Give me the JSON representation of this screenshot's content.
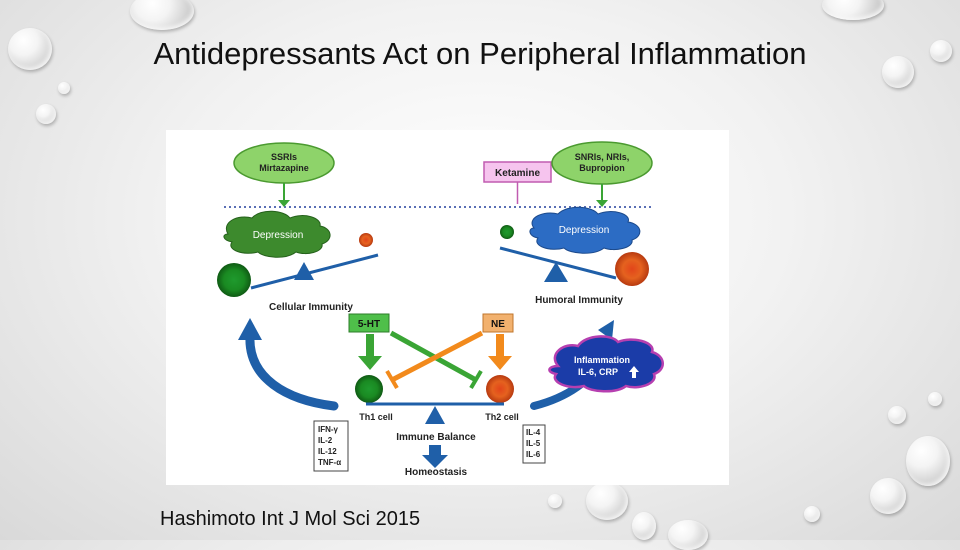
{
  "slide": {
    "title": "Antidepressants Act on Peripheral Inflammation",
    "citation": "Hashimoto Int J Mol Sci 2015"
  },
  "diagram": {
    "drug_left": [
      "SSRIs",
      "Mirtazapine"
    ],
    "drug_center": "Ketamine",
    "drug_right": [
      "SNRIs, NRIs,",
      "Bupropion"
    ],
    "depression_left": "Depression",
    "depression_right": "Depression",
    "cellular_immunity": "Cellular Immunity",
    "humoral_immunity": "Humoral Immunity",
    "serotonin": "5-HT",
    "norepinephrine": "NE",
    "inflammation": [
      "Inflammation",
      "IL-6, CRP"
    ],
    "th1": "Th1 cell",
    "th2": "Th2 cell",
    "immune_balance": "Immune Balance",
    "homeostasis": "Homeostasis",
    "th1_cytokines": [
      "IFN-γ",
      "IL-2",
      "IL-12",
      "TNF-α"
    ],
    "th2_cytokines": [
      "IL-4",
      "IL-5",
      "IL-6"
    ]
  },
  "colors": {
    "drug_fill": "#8ed36a",
    "ketamine_fill": "#f6c4ee",
    "depression_green": "#3d8a2d",
    "depression_blue": "#2c6cc4",
    "inflammation_fill": "#1b3ca8",
    "arrow_blue": "#1f5fa8",
    "arrow_green": "#3aa535",
    "arrow_orange": "#f28a1c",
    "ne_fill": "#f2b16e",
    "serotonin_fill": "#4fbf4a"
  }
}
